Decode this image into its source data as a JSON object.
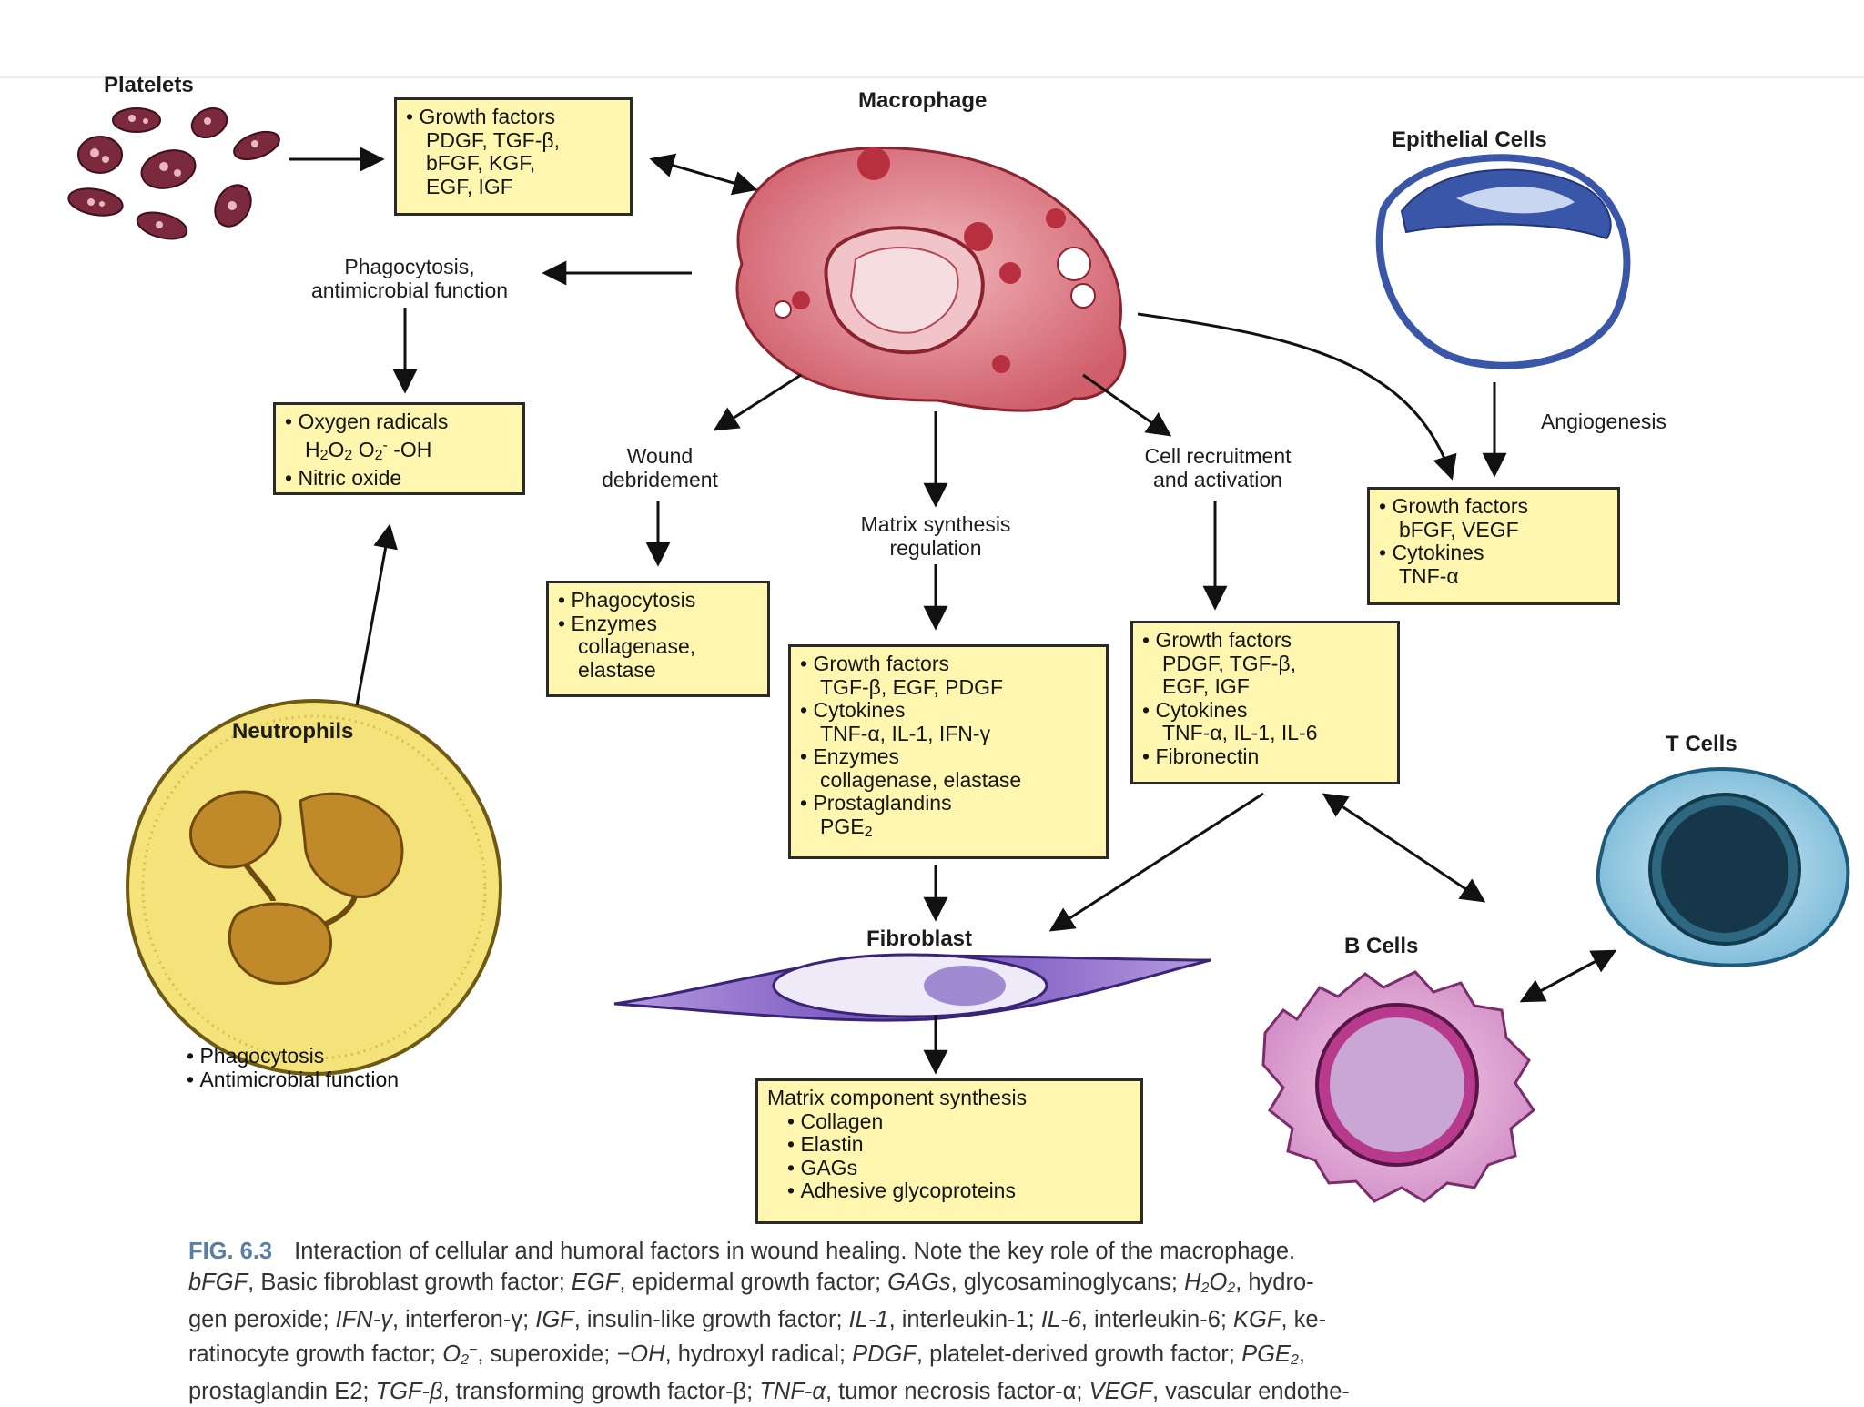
{
  "cells": {
    "platelets": "Platelets",
    "macrophage": "Macrophage",
    "epithelial": "Epithelial Cells",
    "neutrophils": "Neutrophils",
    "fibroblast": "Fibroblast",
    "t_cells": "T Cells",
    "b_cells": "B Cells"
  },
  "labels": {
    "phagocytosis_1": "Phagocytosis,",
    "phagocytosis_2": "antimicrobial function",
    "wound_1": "Wound",
    "wound_2": "debridement",
    "matrix_1": "Matrix synthesis",
    "matrix_2": "regulation",
    "recruit_1": "Cell recruitment",
    "recruit_2": "and activation",
    "angiogenesis": "Angiogenesis"
  },
  "boxes": {
    "platelet_gf": [
      "Growth factors",
      "PDGF, TGF-β,",
      "bFGF, KGF,",
      "EGF, IGF"
    ],
    "oxygen": [
      "Oxygen radicals",
      "H",
      "2",
      "O",
      "2",
      " O",
      "2",
      "-",
      " -OH",
      "Nitric oxide"
    ],
    "debride": [
      "Phagocytosis",
      "Enzymes",
      "collagenase,",
      "elastase"
    ],
    "matrix": [
      "Growth factors",
      "TGF-β, EGF, PDGF",
      "Cytokines",
      "TNF-α, IL-1, IFN-γ",
      "Enzymes",
      "collagenase, elastase",
      "Prostaglandins",
      "PGE",
      "2"
    ],
    "recruit": [
      "Growth factors",
      "PDGF, TGF-β,",
      "EGF, IGF",
      "Cytokines",
      "TNF-α, IL-1, IL-6",
      "Fibronectin"
    ],
    "angio": [
      "Growth factors",
      "bFGF, VEGF",
      "Cytokines",
      "TNF-α"
    ],
    "synthesis": [
      "Matrix component synthesis",
      "Collagen",
      "Elastin",
      "GAGs",
      "Adhesive glycoproteins"
    ]
  },
  "neutrophil_functions": [
    "Phagocytosis",
    "Antimicrobial function"
  ],
  "caption": {
    "fig": "FIG. 6.3",
    "line1": "Interaction of cellular and humoral factors in wound healing. Note the key role of the macrophage.",
    "l2": [
      [
        "bFGF",
        ", Basic fibroblast growth factor; "
      ],
      [
        "EGF",
        ", epidermal growth factor; "
      ],
      [
        "GAGs",
        ", glycosaminoglycans; "
      ],
      [
        "H",
        ""
      ],
      [
        "2",
        ""
      ],
      [
        "O",
        ""
      ],
      [
        "2",
        ""
      ],
      [
        "",
        ", hydro-"
      ]
    ],
    "l3": [
      [
        "",
        "gen peroxide; "
      ],
      [
        "IFN-γ",
        ", interferon-γ; "
      ],
      [
        "IGF",
        ", insulin-like growth factor; "
      ],
      [
        "IL-1",
        ", interleukin-1; "
      ],
      [
        "IL-6",
        ", interleukin-6; "
      ],
      [
        "KGF",
        ", ke-"
      ]
    ],
    "l4": [
      [
        "",
        "ratinocyte growth factor; "
      ],
      [
        "O",
        ""
      ],
      [
        "2",
        ""
      ],
      [
        "−",
        ", superoxide; "
      ],
      [
        "−OH",
        ", hydroxyl radical; "
      ],
      [
        "PDGF",
        ", platelet-derived growth factor; "
      ],
      [
        "PGE",
        ""
      ],
      [
        "2",
        ","
      ]
    ],
    "l5": [
      [
        "",
        "prostaglandin E2; "
      ],
      [
        "TGF-β",
        ", transforming growth factor-β; "
      ],
      [
        "TNF-α",
        ", tumor necrosis factor-α; "
      ],
      [
        "VEGF",
        ", vascular endothe-"
      ]
    ]
  },
  "colors": {
    "box_fill": "#fff7b0",
    "macrophage": "#d9727c",
    "platelet": "#7a2a3c",
    "neutrophil_fill": "#f4e27a",
    "neutrophil_nucleus": "#c08a2a",
    "epithelial": "#3a56a8",
    "fibroblast": "#8a6ac8",
    "t_cell": "#8cc6e2",
    "b_cell": "#d48cc8",
    "fig_label": "#5a7fa6"
  }
}
